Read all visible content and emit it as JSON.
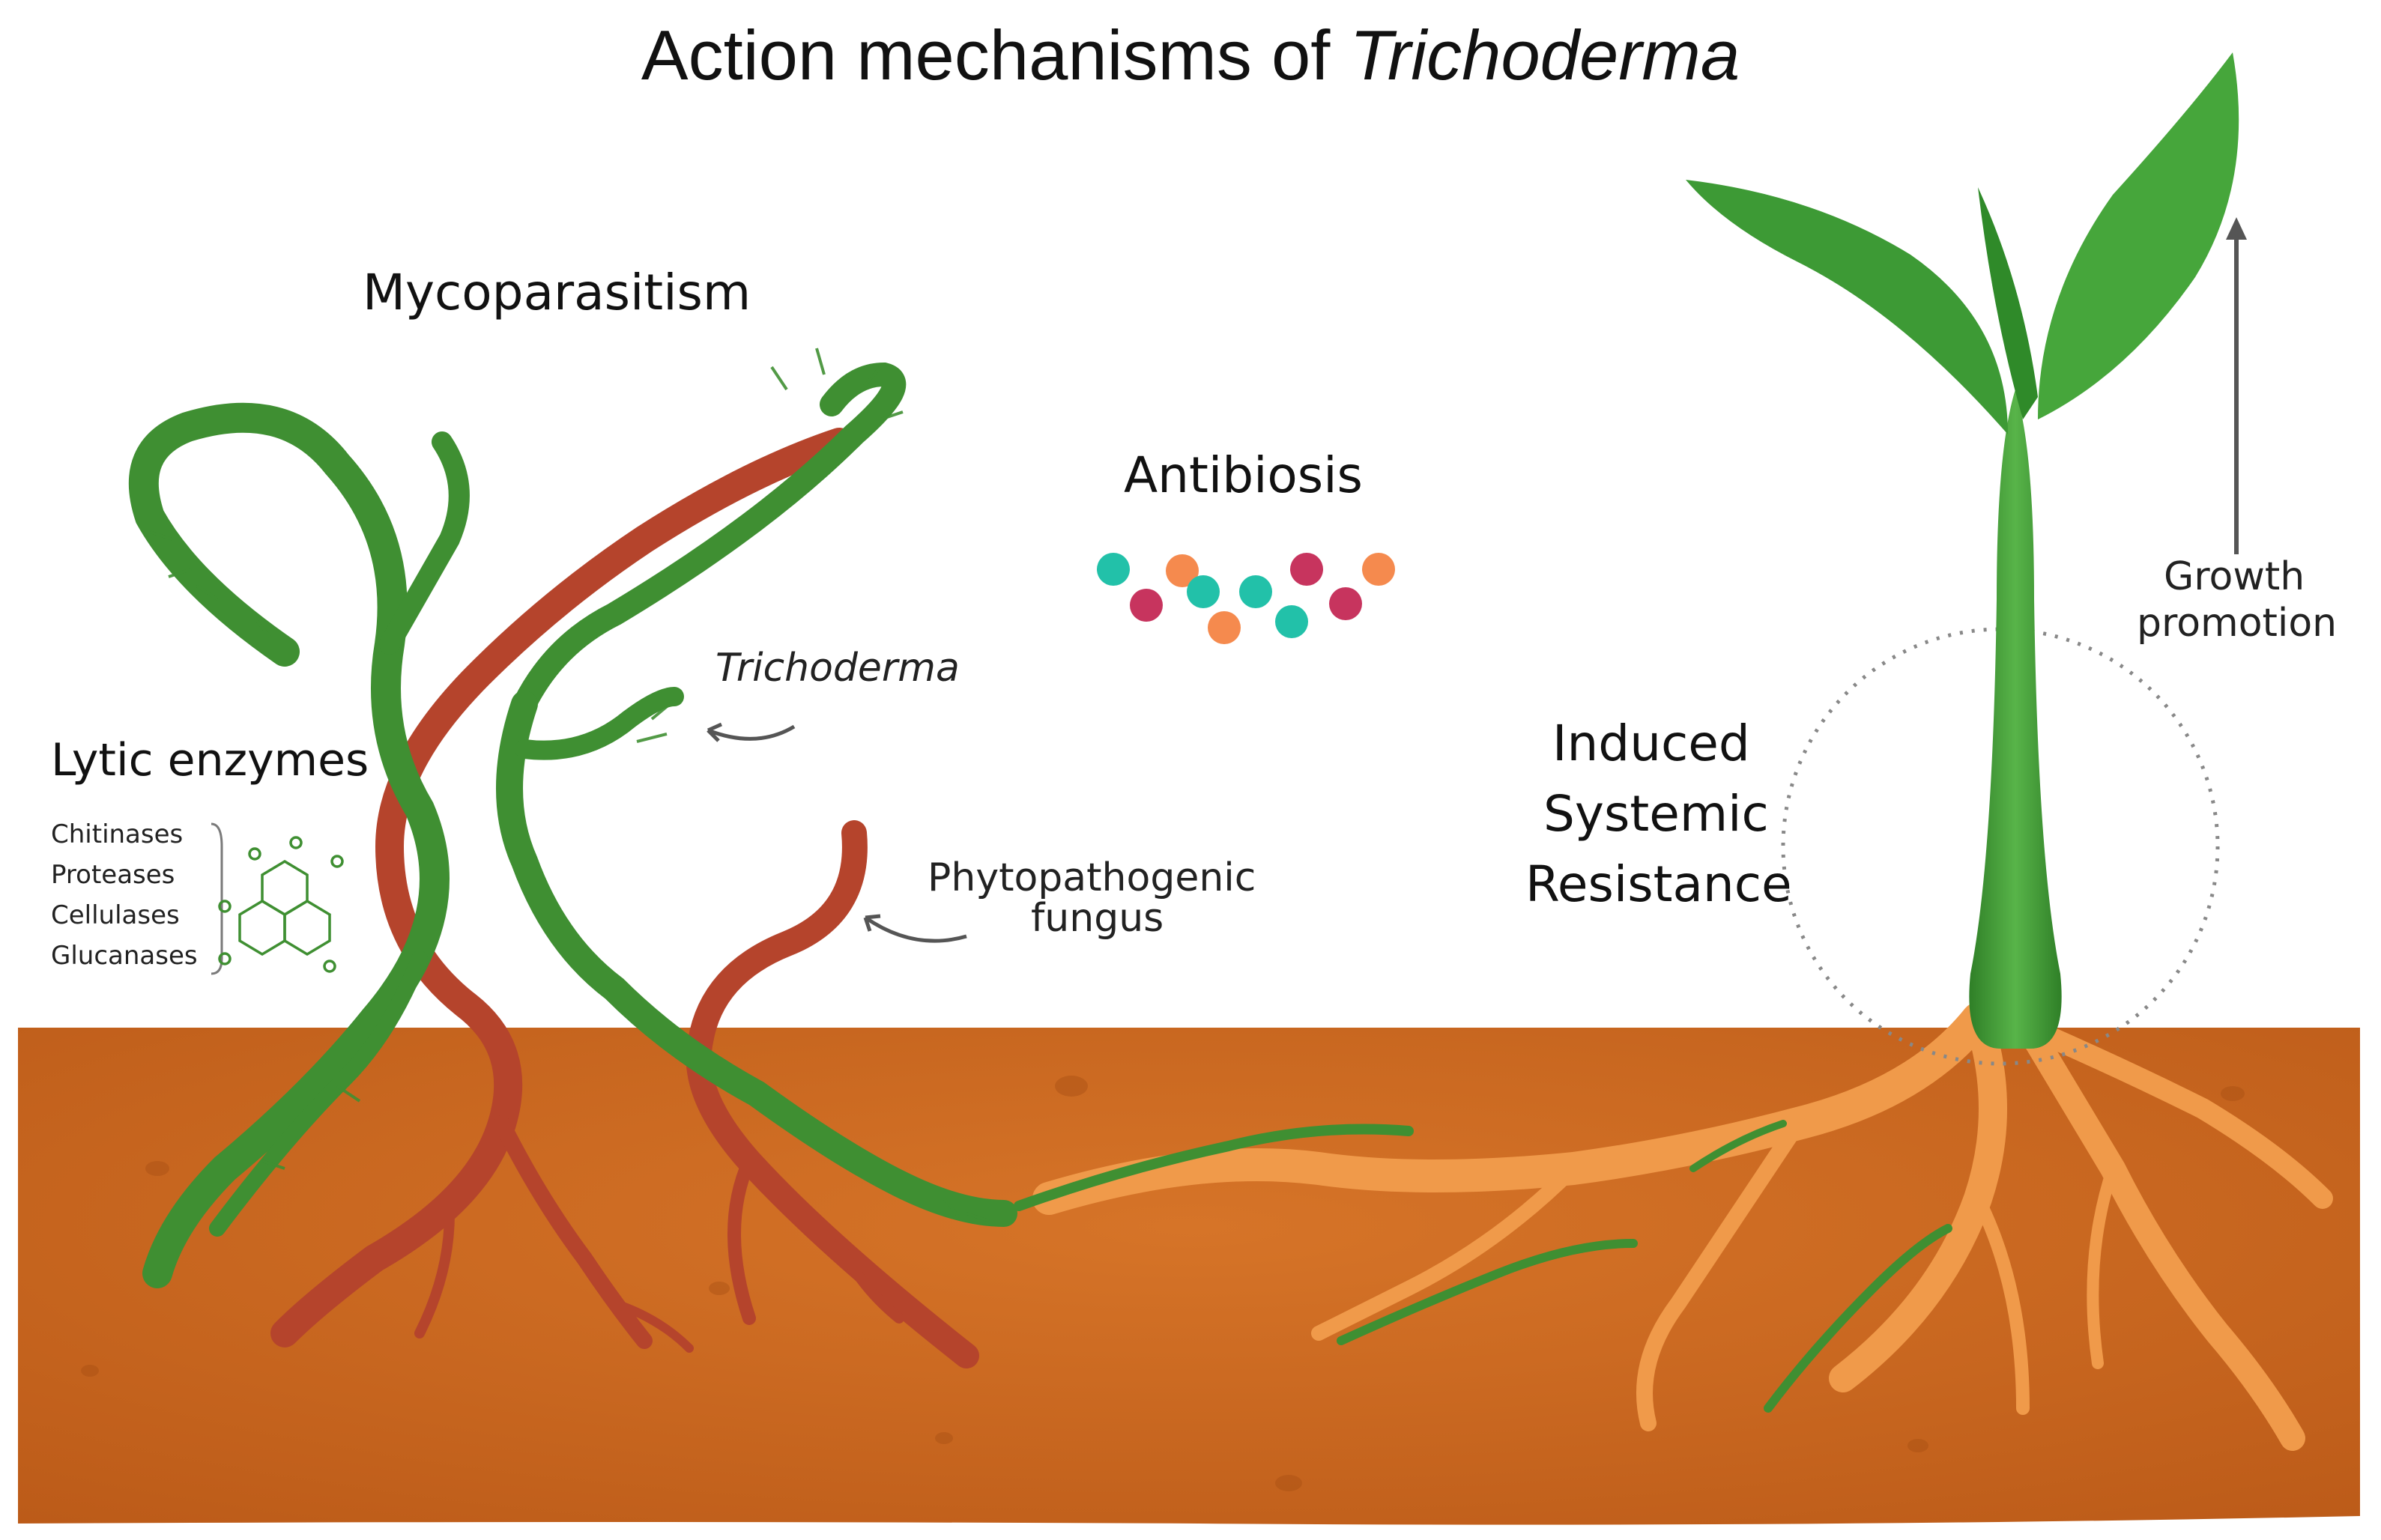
{
  "title": {
    "text": "Action mechanisms of ",
    "italic": "Trichoderma"
  },
  "labels": {
    "mycoparasitism": "Mycoparasitism",
    "antibiosis": "Antibiosis",
    "lytic_enzymes": "Lytic enzymes",
    "enzymes": [
      "Chitinases",
      "Proteases",
      "Cellulases",
      "Glucanases"
    ],
    "trichoderma": "Trichoderma",
    "phytopathogenic_line1": "Phytopathogenic",
    "phytopathogenic_line2": "fungus",
    "isr_line1": "Induced",
    "isr_line2": "Systemic",
    "isr_line3": "Resistance",
    "growth_line1": "Growth",
    "growth_line2": "promotion"
  },
  "colors": {
    "soil": "#c8641e",
    "trichoderma_green": "#3f8f32",
    "pathogen_red": "#b5442c",
    "plant_root": "#f09a4a",
    "plant_green": "#3d9a35",
    "antibiotic_teal": "#22c1a9",
    "antibiotic_orange": "#f58a4e",
    "antibiotic_crimson": "#c7345e"
  },
  "antibiotic_particles": [
    "teal",
    "orange",
    "crimson",
    "orange",
    "teal",
    "crimson",
    "teal",
    "crimson",
    "orange",
    "teal"
  ]
}
